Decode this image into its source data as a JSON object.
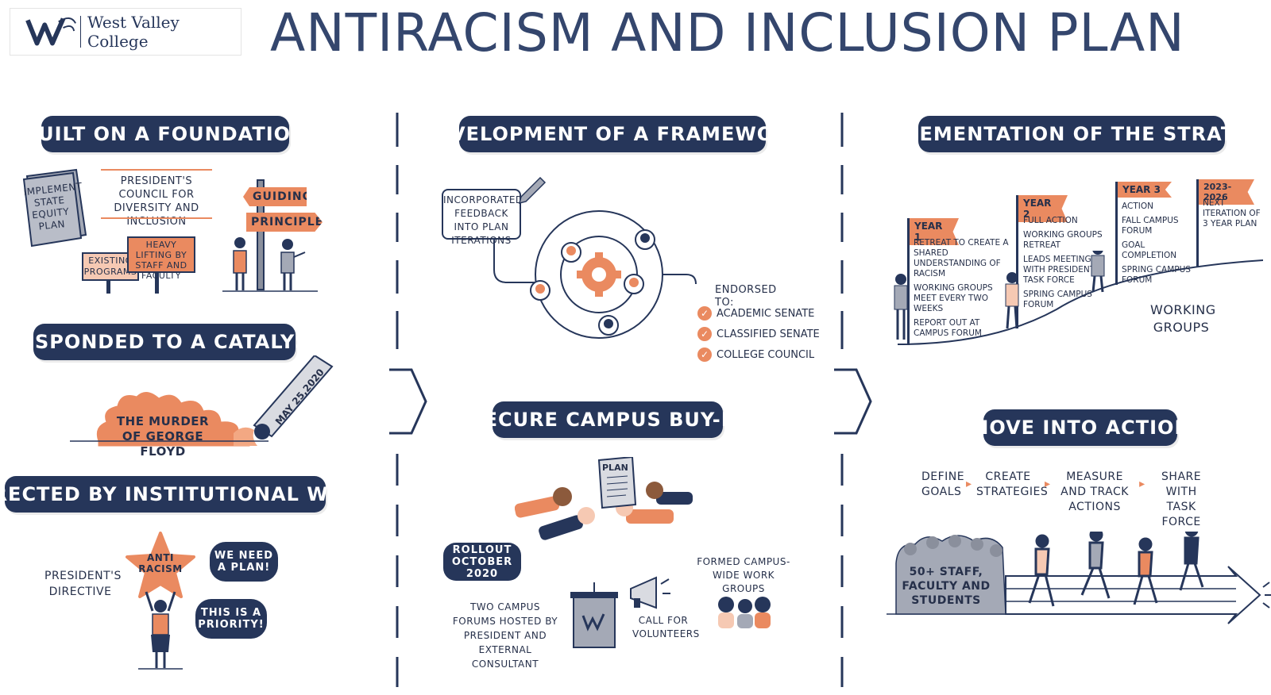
{
  "header": {
    "logo_text": "West Valley College",
    "title": "ANTIRACISM AND INCLUSION PLAN"
  },
  "col1": {
    "foundation": {
      "title": "BUILT ON A FOUNDATION",
      "book_text": "Implement STATE EQUITY PLAN",
      "council_text": "PRESIDENT'S COUNCIL FOR DIVERSITY AND INCLUSION",
      "sign_existing": "EXISTING PROGRAMS",
      "sign_heavy": "HEAVY LIFTING BY STAFF AND FACULTY",
      "sign_guiding": "GUIDING",
      "sign_principles": "PRINCIPLES"
    },
    "catalyst": {
      "title": "RESPONDED TO A CATALYST",
      "fire_text": "THE MURDER OF GEORGE FLOYD",
      "match_date": "MAY 25,2020"
    },
    "will": {
      "title": "DIRECTED BY INSTITUTIONAL WILL",
      "directive": "PRESIDENT'S DIRECTIVE",
      "star_text": "ANTI RACISM",
      "bubble1": "WE NEED A PLAN!",
      "bubble2": "THIS IS A PRIORITY!"
    }
  },
  "col2": {
    "framework": {
      "title": "DEVELOPMENT OF A FRAMEWORK",
      "feedback": "INCORPORATED FEEDBACK INTO PLAN ITERATIONS",
      "endorsed_label": "ENDORSED TO:",
      "endorsements": [
        "ACADEMIC SENATE",
        "CLASSIFIED SENATE",
        "COLLEGE COUNCIL"
      ]
    },
    "buyin": {
      "title": "SECURE CAMPUS BUY-IN",
      "plan_label": "PLAN",
      "rollout": "ROLLOUT OCTOBER 2020",
      "forums": "TWO CAMPUS FORUMS HOSTED BY PRESIDENT AND EXTERNAL CONSULTANT",
      "volunteers": "CALL FOR VOLUNTEERS",
      "workgroups": "FORMED CAMPUS-WIDE WORK GROUPS"
    }
  },
  "col3": {
    "strategy": {
      "title": "IMPLEMENTATION OF THE STRATEGY",
      "years": [
        {
          "label": "YEAR 1",
          "items": [
            "RETREAT TO CREATE A SHARED UNDERSTANDING OF RACISM",
            "WORKING GROUPS MEET EVERY TWO WEEKS",
            "REPORT OUT AT CAMPUS FORUM"
          ]
        },
        {
          "label": "YEAR 2",
          "items": [
            "FULL ACTION",
            "WORKING GROUPS RETREAT",
            "LEADS MEETING WITH PRESIDENT'S TASK FORCE",
            "SPRING CAMPUS FORUM"
          ]
        },
        {
          "label": "YEAR 3",
          "items": [
            "ACTION",
            "FALL CAMPUS FORUM",
            "GOAL COMPLETION",
            "SPRING CAMPUS FORUM"
          ]
        },
        {
          "label": "2023-2026",
          "items": [
            "NEXT ITERATION OF 3 YEAR PLAN"
          ]
        }
      ],
      "working_groups": "WORKING GROUPS"
    },
    "action": {
      "title": "MOVE INTO ACTION",
      "steps": [
        "DEFINE GOALS",
        "CREATE STRATEGIES",
        "MEASURE AND TRACK ACTIONS",
        "SHARE WITH TASK FORCE"
      ],
      "crowd": "50+ STAFF, FACULTY AND STUDENTS"
    }
  },
  "colors": {
    "navy": "#26365a",
    "orange": "#ea8a60",
    "gray": "#a4a9b6"
  }
}
